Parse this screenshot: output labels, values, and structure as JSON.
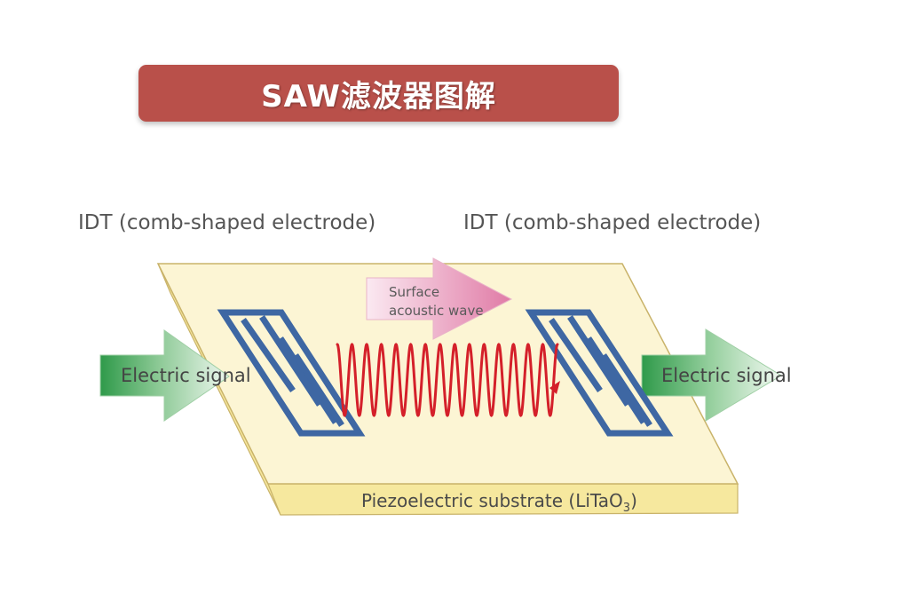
{
  "title": "SAW滤波器图解",
  "labels": {
    "idt_left": "IDT (comb-shaped electrode)",
    "idt_right": "IDT (comb-shaped electrode)",
    "saw_line1": "Surface",
    "saw_line2": "acoustic wave",
    "signal_in": "Electric signal",
    "signal_out": "Electric signal",
    "substrate": "Piezoelectric substrate (LiTaO",
    "substrate_sub": "3",
    "substrate_close": ")"
  },
  "colors": {
    "banner": "#b9504a",
    "substrate_top": "#fcf5d4",
    "substrate_edge": "#f5e79a",
    "electrode": "#3e67a3",
    "wave": "#d4202a",
    "signal_arrow": "#8bc78f",
    "saw_arrow": "#ec9cbd"
  }
}
